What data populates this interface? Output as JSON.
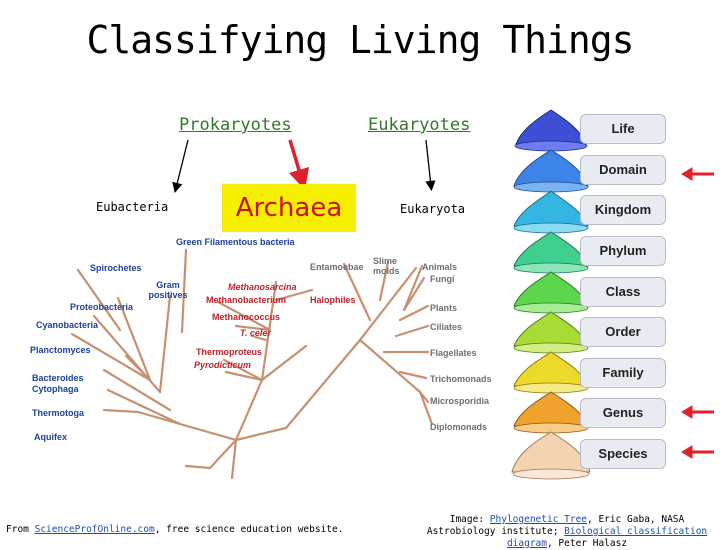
{
  "title": "Classifying Living Things",
  "groups": {
    "prokaryotes": "Prokaryotes",
    "eukaryotes": "Eukaryotes"
  },
  "domains": {
    "eubacteria": "Eubacteria",
    "archaea": "Archaea",
    "eukaryota": "Eukaryota"
  },
  "tree": {
    "bacteria": [
      "Green Filamentous bacteria",
      "Spirochetes",
      "Gram positives",
      "Proteobacteria",
      "Cyanobacteria",
      "Planctomyces",
      "Bacteroides Cytophaga",
      "Thermotoga",
      "Aquifex"
    ],
    "archaea": [
      "Methanosarcina",
      "Methanobacterium",
      "Halophiles",
      "Methanococcus",
      "T. celer",
      "Thermoproteus",
      "Pyrodicticum"
    ],
    "eukaryotes": [
      "Entamoebae",
      "Slime molds",
      "Animals",
      "Fungi",
      "Plants",
      "Ciliates",
      "Flagellates",
      "Trichomonads",
      "Microsporidia",
      "Diplomonads"
    ]
  },
  "ranks": [
    "Life",
    "Domain",
    "Kingdom",
    "Phylum",
    "Class",
    "Order",
    "Family",
    "Genus",
    "Species"
  ],
  "arrow_color": "#e0202a",
  "footer_left": {
    "prefix": "From ",
    "link": "ScienceProfOnline.com",
    "suffix": ", free science education website."
  },
  "footer_right": {
    "prefix": "Image: ",
    "link1": "Phylogenetic Tree",
    "middle": ", Eric Gaba, NASA Astrobiology institute; ",
    "link2": "Biological classification diagram",
    "suffix": ", Peter Halasz"
  }
}
